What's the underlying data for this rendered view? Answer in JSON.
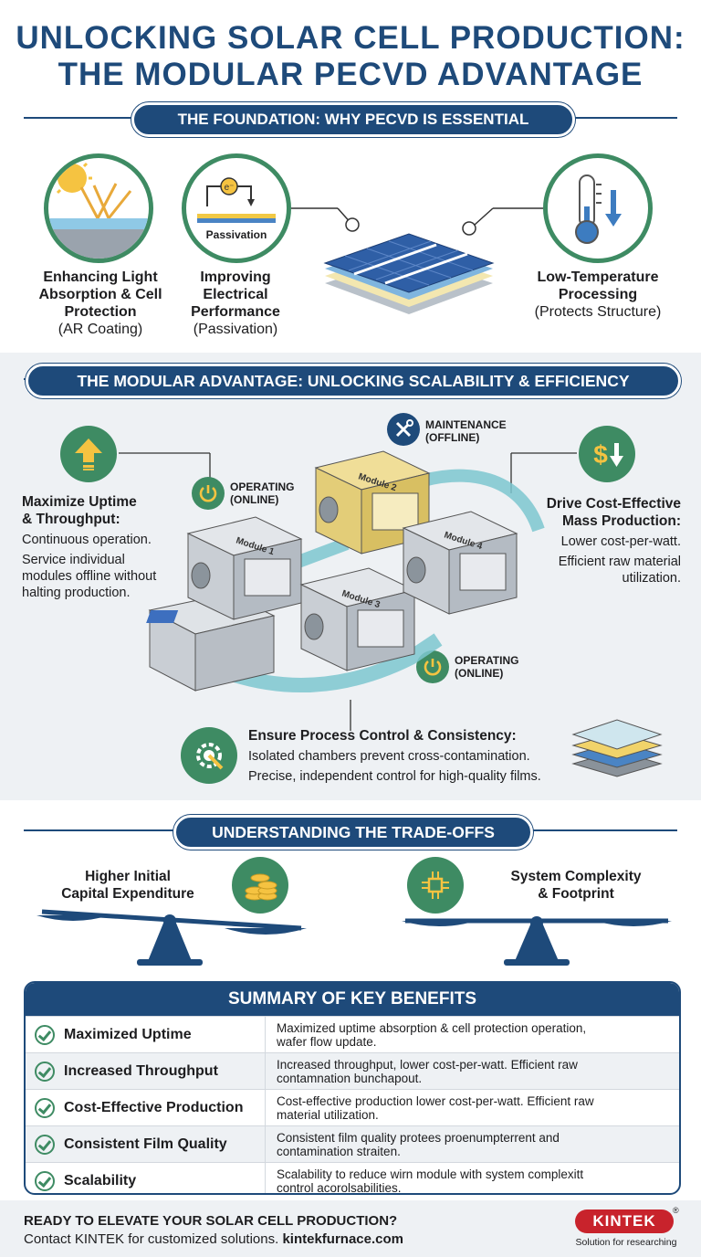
{
  "title": {
    "line1": "UNLOCKING SOLAR CELL PRODUCTION:",
    "line2": "THE MODULAR PECVD ADVANTAGE"
  },
  "foundation": {
    "heading": "THE FOUNDATION: WHY PECVD IS ESSENTIAL",
    "passivation_label": "Passivation",
    "items": [
      {
        "title_lines": [
          "Enhancing Light",
          "Absorption & Cell",
          "Protection"
        ],
        "sub": "(AR Coating)",
        "icon": "sun-ar-coating-icon"
      },
      {
        "title_lines": [
          "Improving",
          "Electrical",
          "Performance"
        ],
        "sub": "(Passivation)",
        "icon": "passivation-icon"
      },
      {
        "title_lines": [
          "Low-Temperature",
          "Processing"
        ],
        "sub": "(Protects Structure)",
        "icon": "thermometer-icon"
      }
    ]
  },
  "modular": {
    "heading": "THE MODULAR ADVANTAGE: UNLOCKING SCALABILITY & EFFICIENCY",
    "uptime": {
      "title_lines": [
        "Maximize Uptime",
        "& Throughput:"
      ],
      "body_lines": [
        "Continuous operation.",
        "Service individual",
        "modules offline without",
        "halting production."
      ]
    },
    "cost": {
      "title_lines": [
        "Drive Cost-Effective",
        "Mass Production:"
      ],
      "body_lines": [
        "Lower cost-per-watt.",
        "Efficient raw material",
        "utilization."
      ]
    },
    "control": {
      "title": "Ensure Process Control & Consistency:",
      "body_lines": [
        "Isolated chambers prevent cross-contamination.",
        "Precise, independent control for high-quality films."
      ]
    },
    "status": {
      "operating_lines": [
        "OPERATING",
        "(ONLINE)"
      ],
      "maintenance_lines": [
        "MAINTENANCE",
        "(OFFLINE)"
      ]
    },
    "modules": [
      "Module 1",
      "Module 2",
      "Module 3",
      "Module 4"
    ],
    "colors": {
      "module_active": "#c7ccd3",
      "module_maintenance": "#e9d58a",
      "accent_green": "#3e8b63",
      "brand_blue": "#1e4a7a"
    }
  },
  "tradeoffs": {
    "heading": "UNDERSTANDING THE TRADE-OFFS",
    "left_lines": [
      "Higher Initial",
      "Capital Expenditure"
    ],
    "right_lines": [
      "System Complexity",
      "& Footprint"
    ]
  },
  "summary": {
    "heading": "SUMMARY OF KEY BENEFITS",
    "rows": [
      {
        "label": "Maximized Uptime",
        "desc_lines": [
          "Maximized uptime absorption & cell protection operation,",
          "wafer flow update."
        ]
      },
      {
        "label": "Increased Throughput",
        "desc_lines": [
          "Increased throughput, lower cost-per-watt. Efficient raw",
          "contamnation bunchapout."
        ]
      },
      {
        "label": "Cost-Effective Production",
        "desc_lines": [
          "Cost-effective production lower cost-per-watt. Efficient raw",
          "material utilization."
        ]
      },
      {
        "label": "Consistent Film Quality",
        "desc_lines": [
          "Consistent film quality protees proenumpterrent and",
          "contamination straiten."
        ]
      },
      {
        "label": "Scalability",
        "desc_lines": [
          "Scalability to reduce wirn module with system complexitt",
          "control acorolsabilities."
        ]
      }
    ]
  },
  "footer": {
    "cta": "READY TO ELEVATE YOUR SOLAR CELL PRODUCTION?",
    "contact_prefix": "Contact KINTEK for customized solutions. ",
    "contact_url": "kintekfurnace.com",
    "brand": "KINTEK",
    "brand_mark": "®",
    "tagline": "Solution for researching"
  }
}
